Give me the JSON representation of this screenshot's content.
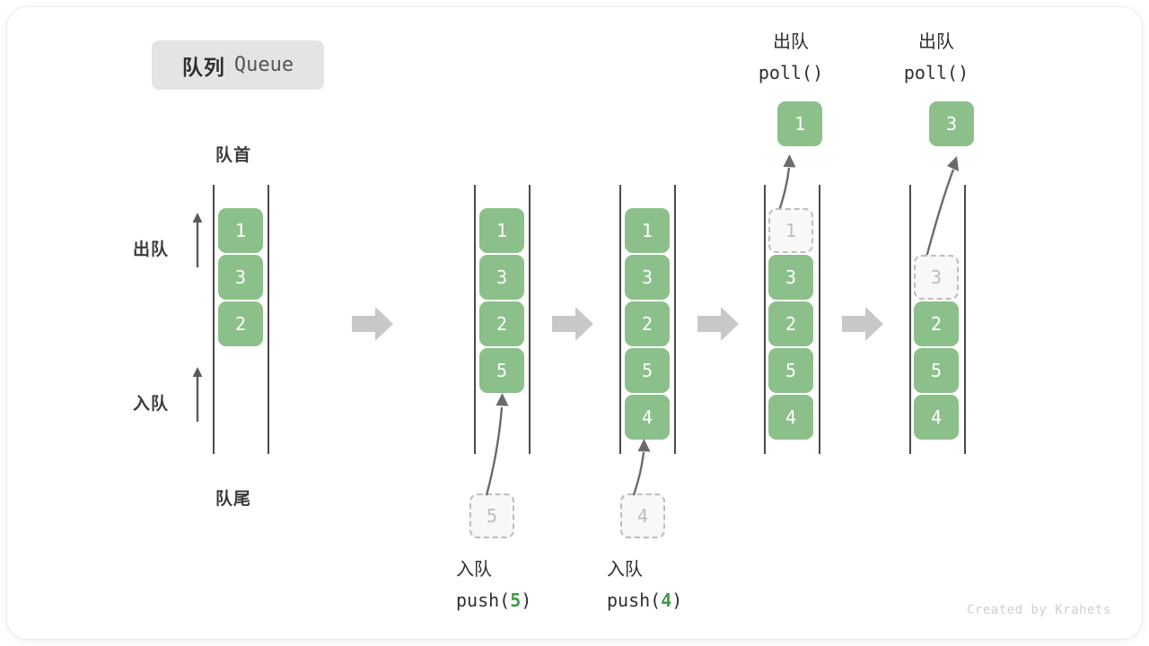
{
  "title": {
    "cn": "队列",
    "en": "Queue"
  },
  "labels": {
    "head": "队首",
    "tail": "队尾",
    "dequeue": "出队",
    "enqueue": "入队"
  },
  "colors": {
    "element_fill": "#8cc08a",
    "element_text": "#ffffff",
    "ghost_fill": "#f8f8f8",
    "ghost_border": "#bdbdbd",
    "ghost_text": "#bcbcbc",
    "rail": "#4a4a4a",
    "block_arrow": "#c8c8c8",
    "badge_bg": "#e4e4e4",
    "accent_green": "#3f9b46",
    "watermark": "#cfcfcf"
  },
  "icons": {
    "up_arrow": "up-arrow-icon",
    "block_right_arrow": "block-right-arrow-icon",
    "curved_arrow": "curved-arrow-icon"
  },
  "stages": [
    {
      "id": "initial",
      "name": "initial-queue",
      "elements": [
        "1",
        "3",
        "2"
      ],
      "ghost_index": -1,
      "caption_cn": "",
      "caption_code": "",
      "popped_value": "",
      "popped_caption_cn": "",
      "popped_caption_code": "",
      "incoming_value": ""
    },
    {
      "id": "push5",
      "name": "queue-after-push-5",
      "elements": [
        "1",
        "3",
        "2",
        "5"
      ],
      "ghost_index": -1,
      "caption_cn": "入队",
      "caption_code": "push(5)",
      "caption_arg": "5",
      "popped_value": "",
      "incoming_value": "5"
    },
    {
      "id": "push4",
      "name": "queue-after-push-4",
      "elements": [
        "1",
        "3",
        "2",
        "5",
        "4"
      ],
      "ghost_index": -1,
      "caption_cn": "入队",
      "caption_code": "push(4)",
      "caption_arg": "4",
      "popped_value": "",
      "incoming_value": "4"
    },
    {
      "id": "poll1",
      "name": "queue-after-poll-1",
      "elements": [
        "1",
        "3",
        "2",
        "5",
        "4"
      ],
      "ghost_index": 0,
      "caption_cn": "",
      "caption_code": "",
      "popped_value": "1",
      "popped_caption_cn": "出队",
      "popped_caption_code": "poll()",
      "incoming_value": ""
    },
    {
      "id": "poll2",
      "name": "queue-after-poll-3",
      "elements": [
        "",
        "3",
        "2",
        "5",
        "4"
      ],
      "ghost_index": 1,
      "caption_cn": "",
      "caption_code": "",
      "popped_value": "3",
      "popped_caption_cn": "出队",
      "popped_caption_code": "poll()",
      "incoming_value": ""
    }
  ],
  "watermark": "Created by Krahets"
}
